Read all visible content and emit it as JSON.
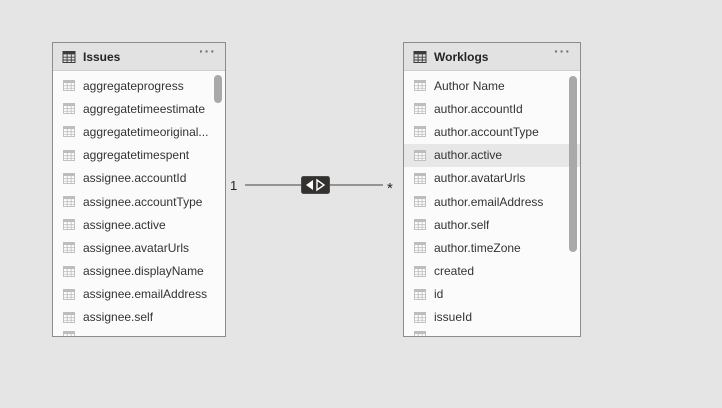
{
  "canvas": {
    "view": "model-diagram"
  },
  "tables": [
    {
      "name": "Issues",
      "more_label": "···",
      "partial_row": true,
      "fields": [
        {
          "label": "aggregateprogress"
        },
        {
          "label": "aggregatetimeestimate"
        },
        {
          "label": "aggregatetimeoriginal..."
        },
        {
          "label": "aggregatetimespent"
        },
        {
          "label": "assignee.accountId"
        },
        {
          "label": "assignee.accountType"
        },
        {
          "label": "assignee.active"
        },
        {
          "label": "assignee.avatarUrls"
        },
        {
          "label": "assignee.displayName"
        },
        {
          "label": "assignee.emailAddress"
        },
        {
          "label": "assignee.self"
        }
      ]
    },
    {
      "name": "Worklogs",
      "more_label": "···",
      "partial_row": true,
      "fields": [
        {
          "label": "Author Name"
        },
        {
          "label": "author.accountId"
        },
        {
          "label": "author.accountType"
        },
        {
          "label": "author.active",
          "highlighted": true
        },
        {
          "label": "author.avatarUrls"
        },
        {
          "label": "author.emailAddress"
        },
        {
          "label": "author.self"
        },
        {
          "label": "author.timeZone"
        },
        {
          "label": "created"
        },
        {
          "label": "id"
        },
        {
          "label": "issueId"
        }
      ]
    }
  ],
  "relationship": {
    "from_cardinality": "1",
    "to_cardinality": "*",
    "direction_icon": "both-direction-arrows-icon"
  },
  "colors": {
    "canvas_background": "#e5e5e5",
    "card_header": "#e2e2e2",
    "card_body": "#fbfbfb",
    "card_border": "#8c8c8c",
    "row_highlight": "#e7e7e7",
    "scrollbar": "#a9a9a9",
    "relationship_line": "#949494",
    "relationship_icon_background": "#323130",
    "text": "#252423"
  }
}
